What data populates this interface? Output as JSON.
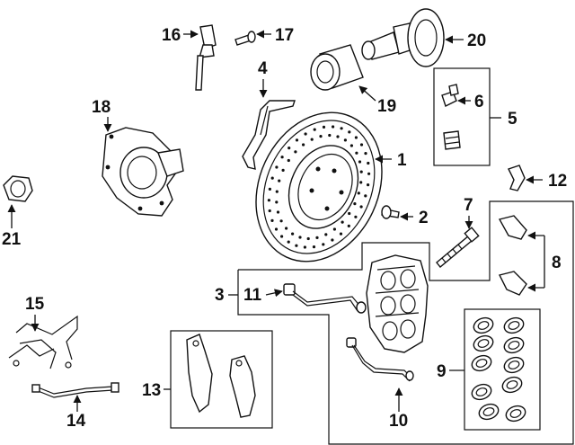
{
  "callouts": {
    "c1": "1",
    "c2": "2",
    "c3": "3",
    "c4": "4",
    "c5": "5",
    "c6": "6",
    "c7": "7",
    "c8": "8",
    "c9": "9",
    "c10": "10",
    "c11": "11",
    "c12": "12",
    "c13": "13",
    "c14": "14",
    "c15": "15",
    "c16": "16",
    "c17": "17",
    "c18": "18",
    "c19": "19",
    "c20": "20",
    "c21": "21"
  }
}
